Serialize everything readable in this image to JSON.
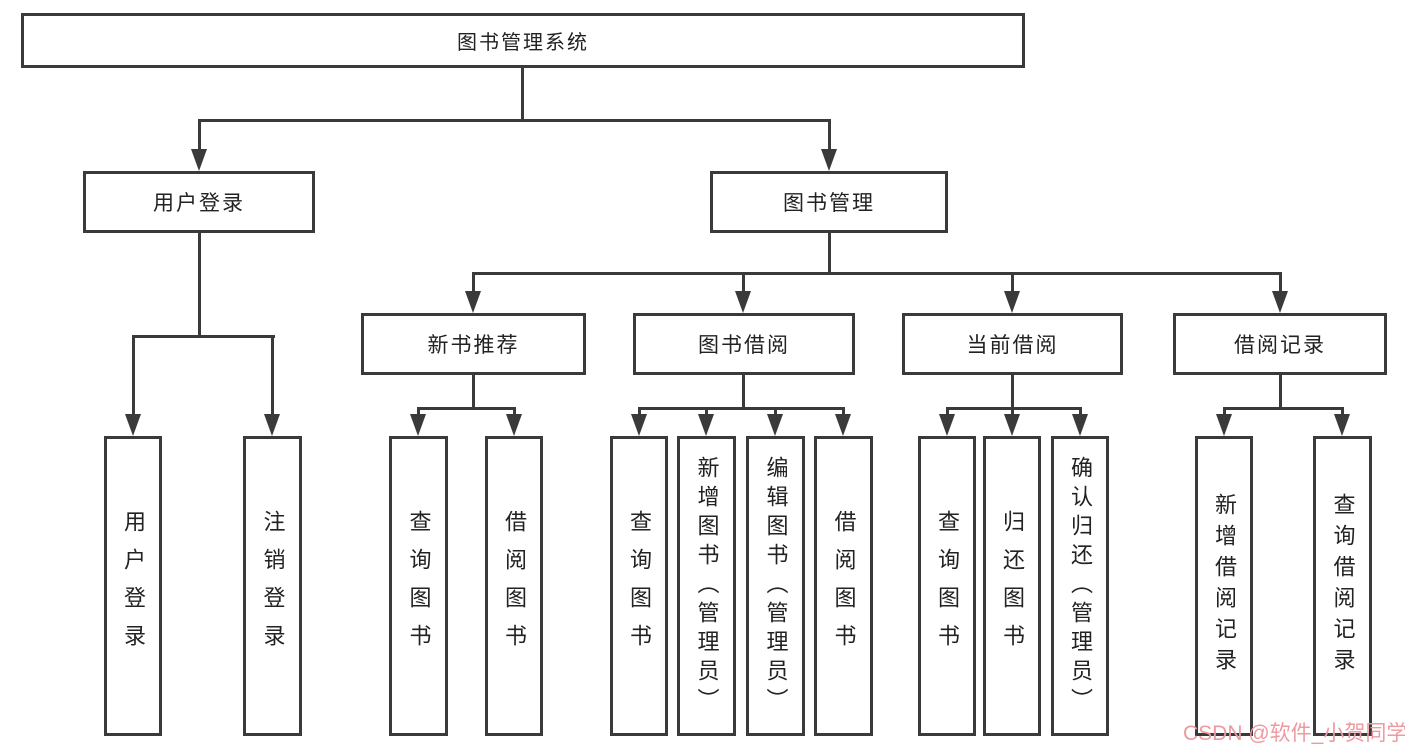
{
  "tree": {
    "root": {
      "label": "图书管理系统"
    },
    "level2": [
      {
        "label": "用户登录"
      },
      {
        "label": "图书管理"
      }
    ],
    "level3": [
      {
        "label": "新书推荐"
      },
      {
        "label": "图书借阅"
      },
      {
        "label": "当前借阅"
      },
      {
        "label": "借阅记录"
      }
    ],
    "leaves": {
      "user_login": [
        {
          "label": "用户登录"
        },
        {
          "label": "注销登录"
        }
      ],
      "new_book_recommend": [
        {
          "label": "查询图书"
        },
        {
          "label": "借阅图书"
        }
      ],
      "book_borrowing": [
        {
          "label": "查询图书"
        },
        {
          "label": "新增图书（管理员）"
        },
        {
          "label": "编辑图书（管理员）"
        },
        {
          "label": "借阅图书"
        }
      ],
      "current_borrowing": [
        {
          "label": "查询图书"
        },
        {
          "label": "归还图书"
        },
        {
          "label": "确认归还（管理员）"
        }
      ],
      "borrowing_records": [
        {
          "label": "新增借阅记录"
        },
        {
          "label": "查询借阅记录"
        }
      ]
    }
  },
  "watermark": {
    "text": "CSDN @软件_小贺同学"
  },
  "colors": {
    "line": "#3a3a3a",
    "border": "#3a3a3a",
    "text": "#222222",
    "background": "#ffffff",
    "watermark": "#ee99a0"
  }
}
